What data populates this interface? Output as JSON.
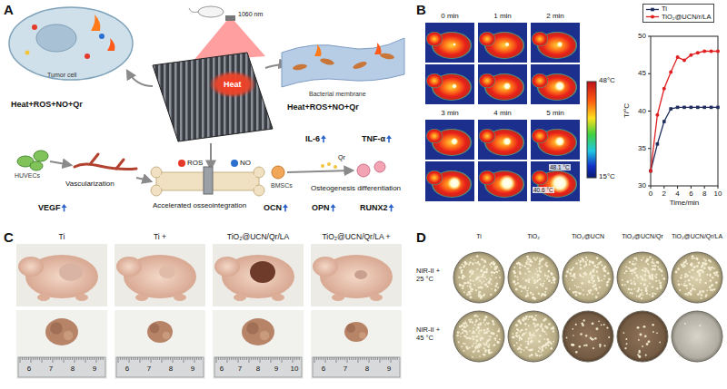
{
  "diagram": {
    "labels": [
      "A",
      "Tumor cell",
      "Heat+ROS+NO+Qr",
      "1060 nm",
      "Heat",
      "ROS",
      "NO",
      "Bacterial membrane",
      "Heat+ROS+NO+Qr",
      "IL-6",
      "TNF-α",
      "HUVECs",
      "Vascularization",
      "VEGF",
      "Accelerated osseointegration",
      "BMSCs",
      "Osteogenesis differentiation",
      "OCN",
      "OPN",
      "RUNX2",
      "Qr",
      "B",
      "0 min",
      "1 min",
      "2 min",
      "3 min",
      "4 min",
      "5 min",
      "48°C",
      "15°C",
      "48.1 °C",
      "40.6 °C",
      "T/°C",
      "30",
      "35",
      "40",
      "45",
      "50",
      "0",
      "2",
      "4",
      "6",
      "8",
      "10",
      "Time/min",
      "C",
      "Ti",
      "Ti +",
      "TiO₂@UCN/Qr/LA",
      "TiO₂@UCN/Qr/LA +",
      "6",
      "7",
      "8",
      "9",
      "6",
      "7",
      "8",
      "9",
      "6",
      "7",
      "8",
      "9",
      "10",
      "6",
      "7",
      "8",
      "9",
      "D",
      "Ti",
      "TiO₂",
      "TiO₂@UCN",
      "TiO₂@UCN/Qr",
      "TiO₂@UCN/Qr/LA",
      "NIR-II + 25 °C",
      "NIR-II + 45 °C"
    ],
    "legend": [
      {
        "text": "Ti"
      },
      {
        "text": "TiO₂@UCN/r/LA"
      }
    ]
  }
}
